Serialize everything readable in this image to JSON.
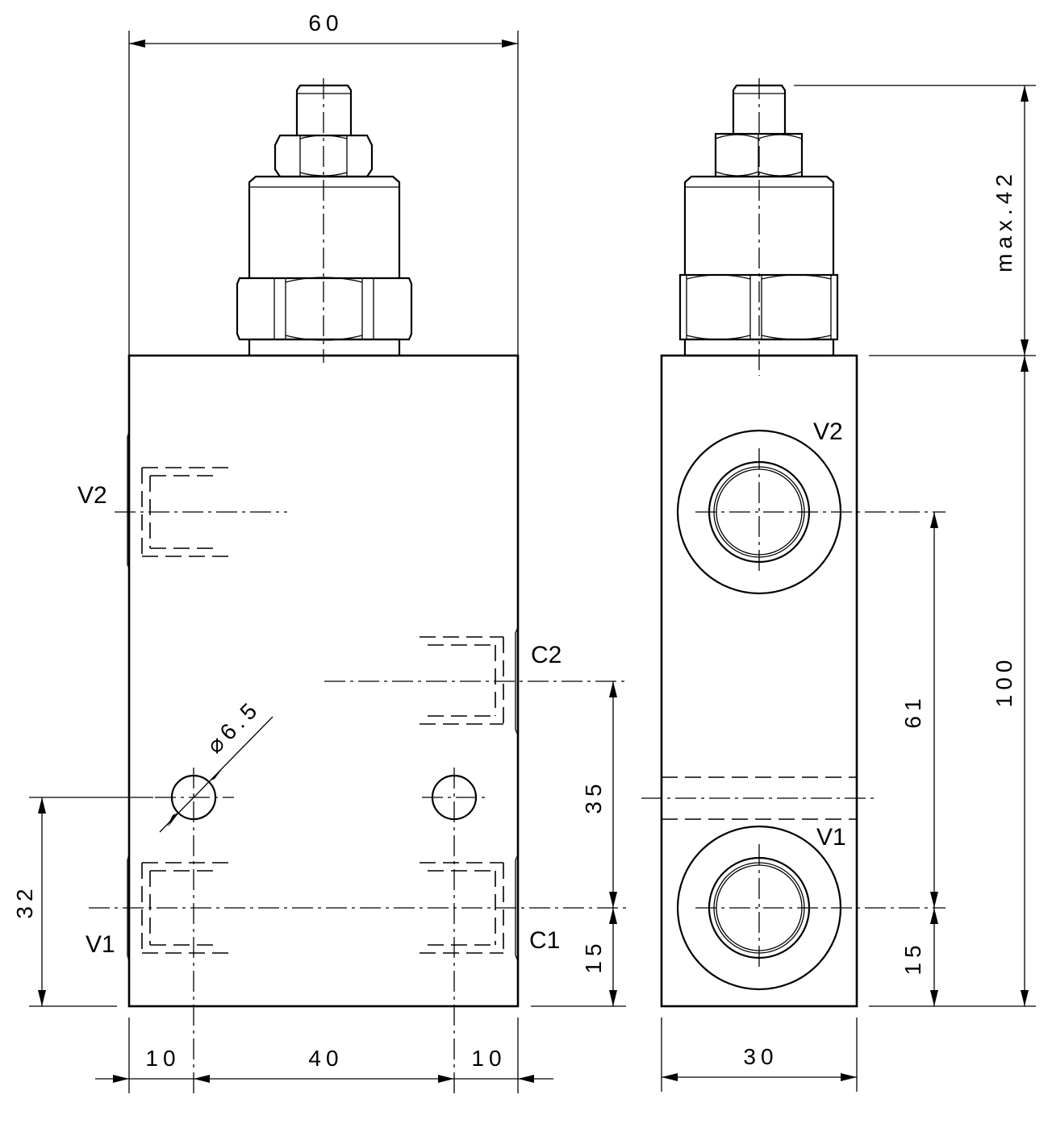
{
  "front_view": {
    "overall_width": "60",
    "port_v2": "V2",
    "port_v1": "V1",
    "port_c2": "C2",
    "port_c1": "C1",
    "hole_diameter": "⌀6.5",
    "dim_32": "32",
    "dim_35": "35",
    "dim_15": "15",
    "dim_left_10": "10",
    "dim_40": "40",
    "dim_right_10": "10"
  },
  "side_view": {
    "port_v2": "V2",
    "port_v1": "V1",
    "max_height": "max.42",
    "dim_100": "100",
    "dim_61": "61",
    "dim_15": "15",
    "width": "30"
  }
}
